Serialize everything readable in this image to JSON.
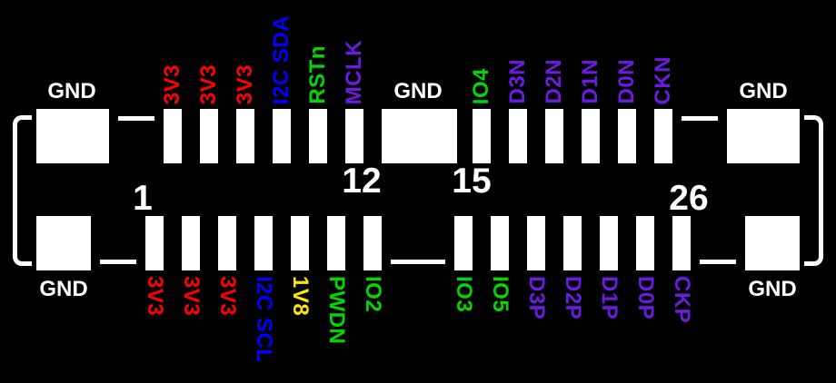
{
  "palette": {
    "background": "#000000",
    "pad_fill": "#ffffff",
    "ground_text": "#ffffff",
    "number_text": "#ffffff",
    "power_3v3": "#ff0000",
    "power_1v8": "#ffe400",
    "i2c": "#0000ff",
    "control_io": "#00d800",
    "diff_data": "#6d1be4"
  },
  "top_row": {
    "gnd_left": "GND",
    "gnd_middle": "GND",
    "gnd_right": "GND",
    "pins": [
      {
        "label": "3V3",
        "color": "#ff0000"
      },
      {
        "label": "3V3",
        "color": "#ff0000"
      },
      {
        "label": "3V3",
        "color": "#ff0000"
      },
      {
        "label": "I2C SDA",
        "color": "#0000ff"
      },
      {
        "label": "RSTn",
        "color": "#00d800"
      },
      {
        "label": "MCLK",
        "color": "#6d1be4"
      },
      {
        "label": "IO4",
        "color": "#00d800"
      },
      {
        "label": "D3N",
        "color": "#6d1be4"
      },
      {
        "label": "D2N",
        "color": "#6d1be4"
      },
      {
        "label": "D1N",
        "color": "#6d1be4"
      },
      {
        "label": "D0N",
        "color": "#6d1be4"
      },
      {
        "label": "CKN",
        "color": "#6d1be4"
      }
    ]
  },
  "bottom_row": {
    "gnd_left": "GND",
    "gnd_right": "GND",
    "pins": [
      {
        "label": "3V3",
        "color": "#ff0000"
      },
      {
        "label": "3V3",
        "color": "#ff0000"
      },
      {
        "label": "3V3",
        "color": "#ff0000"
      },
      {
        "label": "I2C SCL",
        "color": "#0000ff"
      },
      {
        "label": "1V8",
        "color": "#ffe400"
      },
      {
        "label": "PWDN",
        "color": "#00d800"
      },
      {
        "label": "IO2",
        "color": "#00d800"
      },
      {
        "label": "IO3",
        "color": "#00d800"
      },
      {
        "label": "IO5",
        "color": "#00d800"
      },
      {
        "label": "D3P",
        "color": "#6d1be4"
      },
      {
        "label": "D2P",
        "color": "#6d1be4"
      },
      {
        "label": "D1P",
        "color": "#6d1be4"
      },
      {
        "label": "D0P",
        "color": "#6d1be4"
      },
      {
        "label": "CKP",
        "color": "#6d1be4"
      }
    ]
  },
  "pin_numbers": {
    "n1": "1",
    "n12": "12",
    "n15": "15",
    "n26": "26"
  }
}
